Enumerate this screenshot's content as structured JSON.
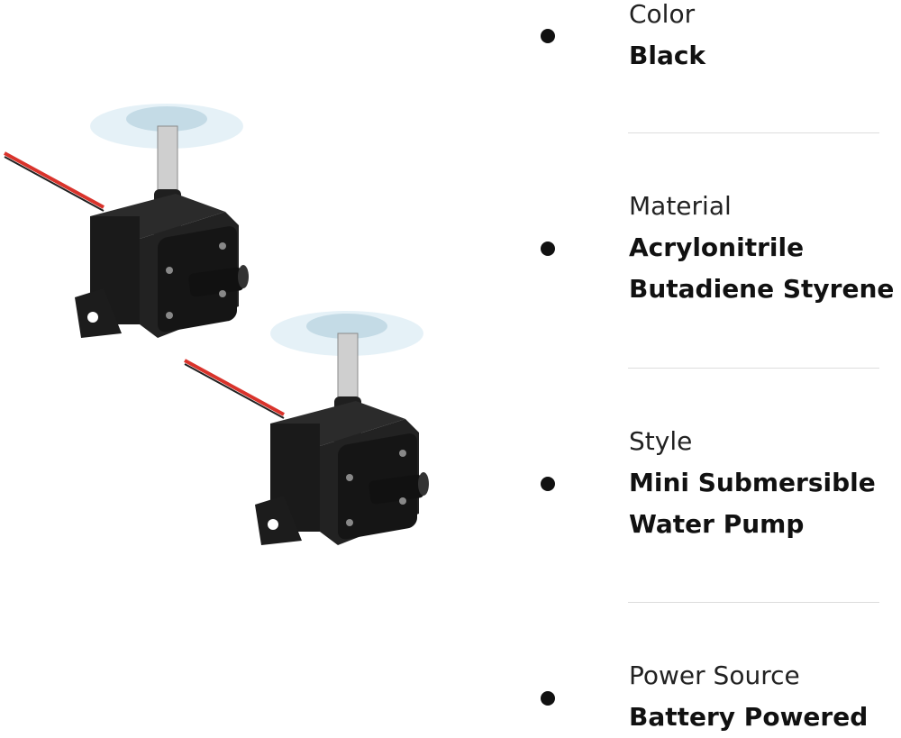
{
  "specs": [
    {
      "label": "Color",
      "value_lines": [
        "Black"
      ]
    },
    {
      "label": "Material",
      "value_lines": [
        "Acrylonitrile",
        "Butadiene Styrene"
      ]
    },
    {
      "label": "Style",
      "value_lines": [
        "Mini Submersible",
        "Water Pump"
      ]
    },
    {
      "label": "Power Source",
      "value_lines": [
        "Battery Powered"
      ]
    }
  ],
  "colors": {
    "pump_body": "#1a1a1a",
    "wire": "#d9332b",
    "bullet": "#111111",
    "divider": "#dddddd"
  }
}
